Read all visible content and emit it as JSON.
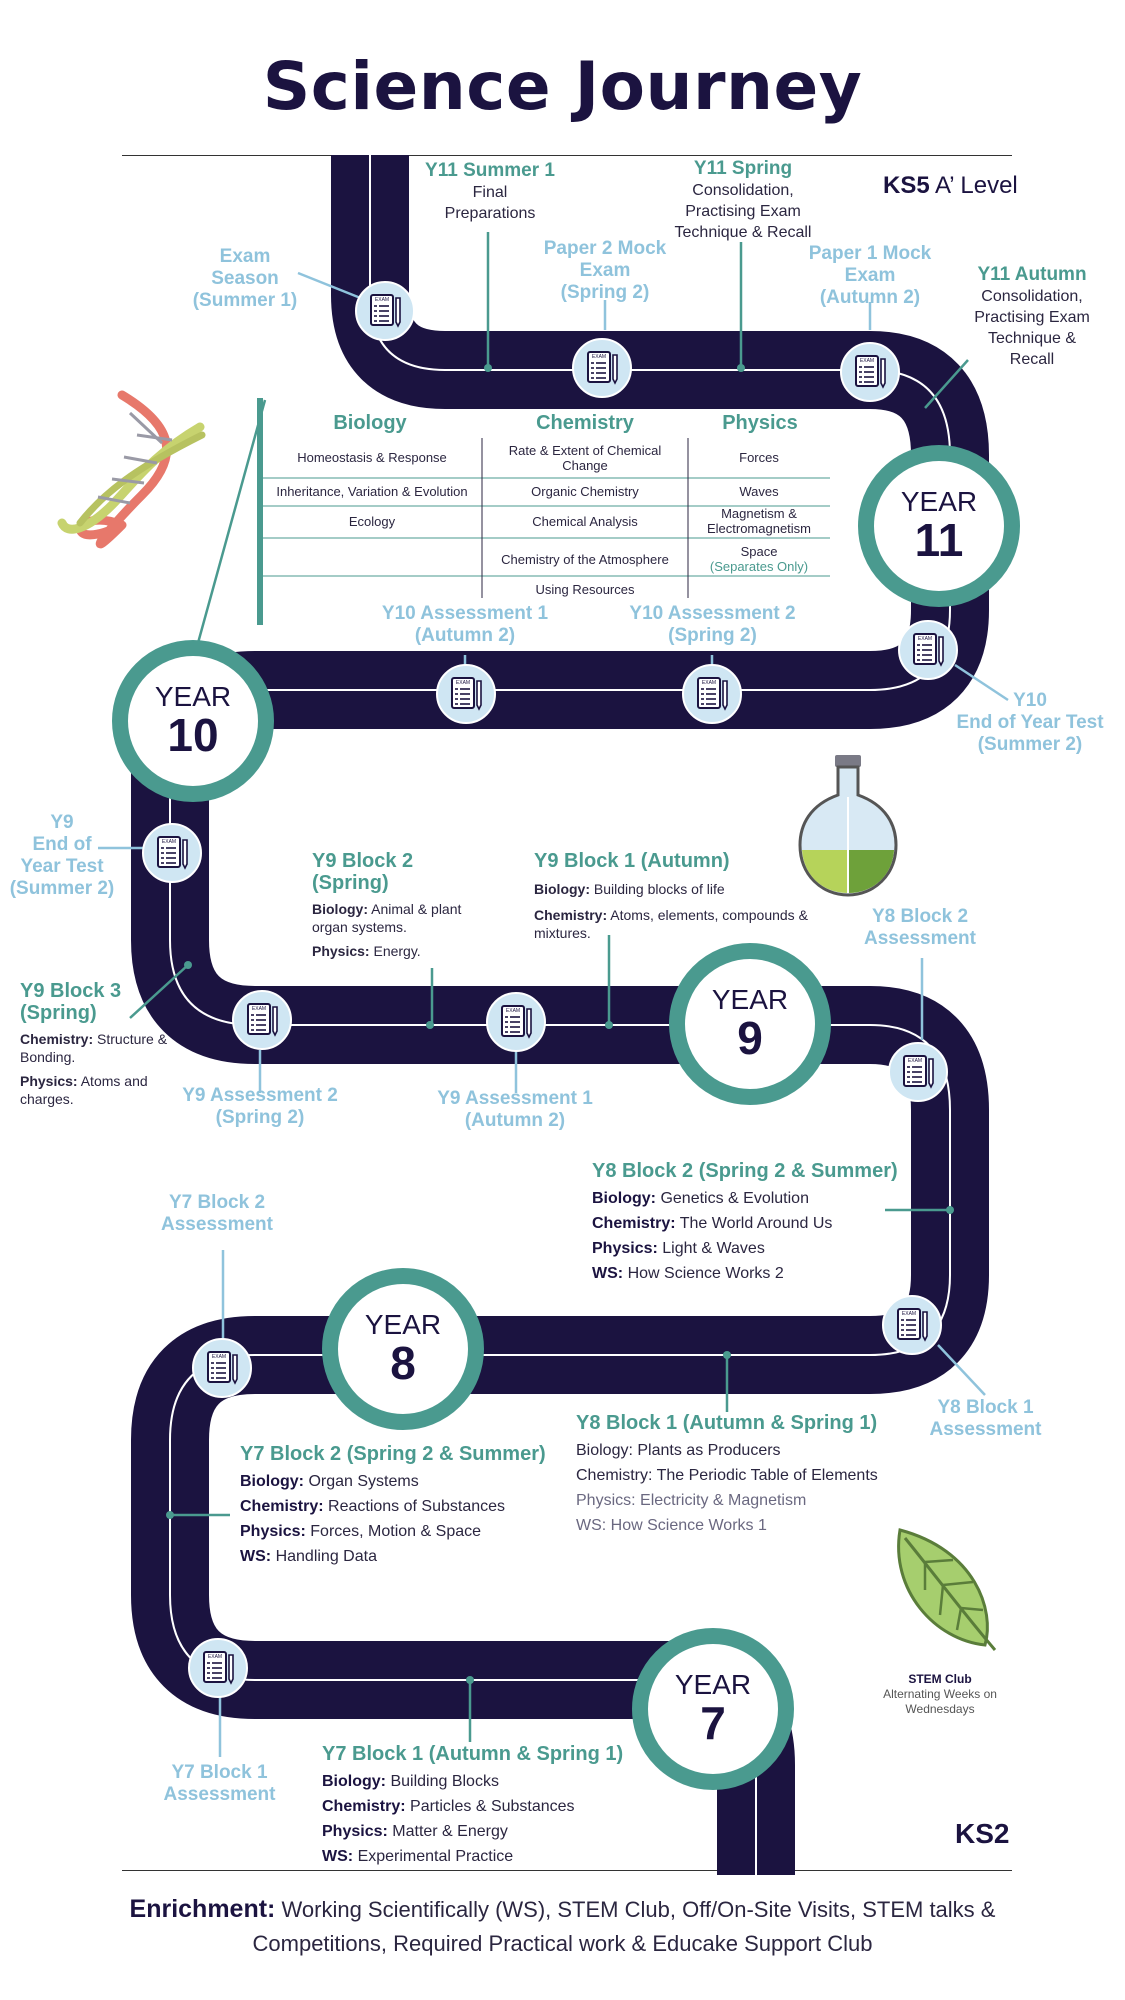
{
  "title": "Science Journey",
  "ks5": {
    "bold": "KS5",
    "rest": "A’ Level"
  },
  "ks2": "KS2",
  "years": [
    {
      "word": "YEAR",
      "num": "11"
    },
    {
      "word": "YEAR",
      "num": "10"
    },
    {
      "word": "YEAR",
      "num": "9"
    },
    {
      "word": "YEAR",
      "num": "8"
    },
    {
      "word": "YEAR",
      "num": "7"
    }
  ],
  "y11": {
    "summer1": {
      "title": "Y11 Summer 1",
      "line1": "Final",
      "line2": "Preparations"
    },
    "spring": {
      "title": "Y11 Spring",
      "line1": "Consolidation,",
      "line2": "Practising Exam",
      "line3": "Technique & Recall"
    },
    "autumn": {
      "title": "Y11 Autumn",
      "line1": "Consolidation,",
      "line2": "Practising Exam",
      "line3": "Technique &",
      "line4": "Recall"
    },
    "exam_season": {
      "line1": "Exam",
      "line2": "Season",
      "line3": "(Summer 1)"
    },
    "paper2": {
      "line1": "Paper 2 Mock",
      "line2": "Exam",
      "line3": "(Spring 2)"
    },
    "paper1": {
      "line1": "Paper 1 Mock",
      "line2": "Exam",
      "line3": "(Autumn 2)"
    }
  },
  "subjects": {
    "headers": [
      "Biology",
      "Chemistry",
      "Physics"
    ],
    "biology": [
      "Homeostasis & Response",
      "Inheritance, Variation & Evolution",
      "Ecology"
    ],
    "chemistry": [
      "Rate & Extent of Chemical",
      "Change",
      "Organic Chemistry",
      "Chemical Analysis",
      "Chemistry of the Atmosphere",
      "Using Resources"
    ],
    "physics": [
      "Forces",
      "Waves",
      "Magnetism &",
      "Electromagnetism",
      "Space",
      "(Separates Only)"
    ]
  },
  "y10": {
    "assess1": {
      "line1": "Y10 Assessment 1",
      "line2": "(Autumn 2)"
    },
    "assess2": {
      "line1": "Y10 Assessment 2",
      "line2": "(Spring 2)"
    },
    "eoy": {
      "line1": "Y10",
      "line2": "End of Year Test",
      "line3": "(Summer 2)"
    }
  },
  "y9": {
    "eoy": {
      "line1": "Y9",
      "line2": "End of",
      "line3": "Year Test",
      "line4": "(Summer 2)"
    },
    "block2": {
      "title1": "Y9 Block 2",
      "title2": "(Spring)",
      "bio_k": "Biology:",
      "bio_v": "Animal & plant",
      "bio_v2": "organ systems.",
      "phy_k": "Physics:",
      "phy_v": "Energy."
    },
    "block1": {
      "title": "Y9 Block 1 (Autumn)",
      "bio_k": "Biology:",
      "bio_v": "Building blocks of life",
      "chem_k": "Chemistry:",
      "chem_v": "Atoms, elements, compounds &",
      "chem_v2": "mixtures."
    },
    "block3": {
      "title1": "Y9 Block 3",
      "title2": "(Spring)",
      "chem_k": "Chemistry:",
      "chem_v": "Structure &",
      "chem_v2": "Bonding.",
      "phy_k": "Physics:",
      "phy_v": "Atoms and",
      "phy_v2": "charges."
    },
    "assess2": {
      "line1": "Y9 Assessment 2",
      "line2": "(Spring 2)"
    },
    "assess1": {
      "line1": "Y9 Assessment 1",
      "line2": "(Autumn 2)"
    }
  },
  "y8": {
    "block2_assess": {
      "line1": "Y8 Block 2",
      "line2": "Assessment"
    },
    "block2": {
      "title": "Y8 Block 2 (Spring 2 & Summer)",
      "bio_k": "Biology:",
      "bio_v": "Genetics & Evolution",
      "chem_k": "Chemistry:",
      "chem_v": "The World Around Us",
      "phy_k": "Physics:",
      "phy_v": "Light & Waves",
      "ws_k": "WS:",
      "ws_v": "How Science Works 2"
    },
    "block1": {
      "title": "Y8 Block 1 (Autumn & Spring 1)",
      "bio_k": "Biology:",
      "bio_v": "Plants as Producers",
      "chem_k": "Chemistry:",
      "chem_v": "The Periodic Table of Elements",
      "phy_k": "Physics:",
      "phy_v": "Electricity & Magnetism",
      "ws_k": "WS:",
      "ws_v": "How Science Works 1"
    },
    "block1_assess": {
      "line1": "Y8 Block 1",
      "line2": "Assessment"
    }
  },
  "y7": {
    "block2_assess": {
      "line1": "Y7 Block 2",
      "line2": "Assessment"
    },
    "block2": {
      "title": "Y7 Block 2 (Spring 2 & Summer)",
      "bio_k": "Biology:",
      "bio_v": "Organ Systems",
      "chem_k": "Chemistry:",
      "chem_v": "Reactions of Substances",
      "phy_k": "Physics:",
      "phy_v": "Forces, Motion & Space",
      "ws_k": "WS:",
      "ws_v": "Handling Data"
    },
    "block1": {
      "title": "Y7 Block 1 (Autumn & Spring 1)",
      "bio_k": "Biology:",
      "bio_v": "Building Blocks",
      "chem_k": "Chemistry:",
      "chem_v": "Particles & Substances",
      "phy_k": "Physics:",
      "phy_v": "Matter & Energy",
      "ws_k": "WS:",
      "ws_v": "Experimental Practice"
    },
    "block1_assess": {
      "line1": "Y7 Block 1",
      "line2": "Assessment"
    }
  },
  "stem": {
    "title": "STEM Club",
    "line1": "Alternating Weeks on",
    "line2": "Wednesdays"
  },
  "enrichment": {
    "label": "Enrichment:",
    "line1": "Working Scientifically (WS), STEM Club, Off/On-Site Visits, STEM talks &",
    "line2": "Competitions, Required Practical work & Educake Support Club"
  },
  "icon_label": "EXAM",
  "colors": {
    "road": "#1b1340",
    "teal": "#4a9a8f",
    "light_blue": "#8fc3dc",
    "icon_bg": "#cfe6f3"
  }
}
